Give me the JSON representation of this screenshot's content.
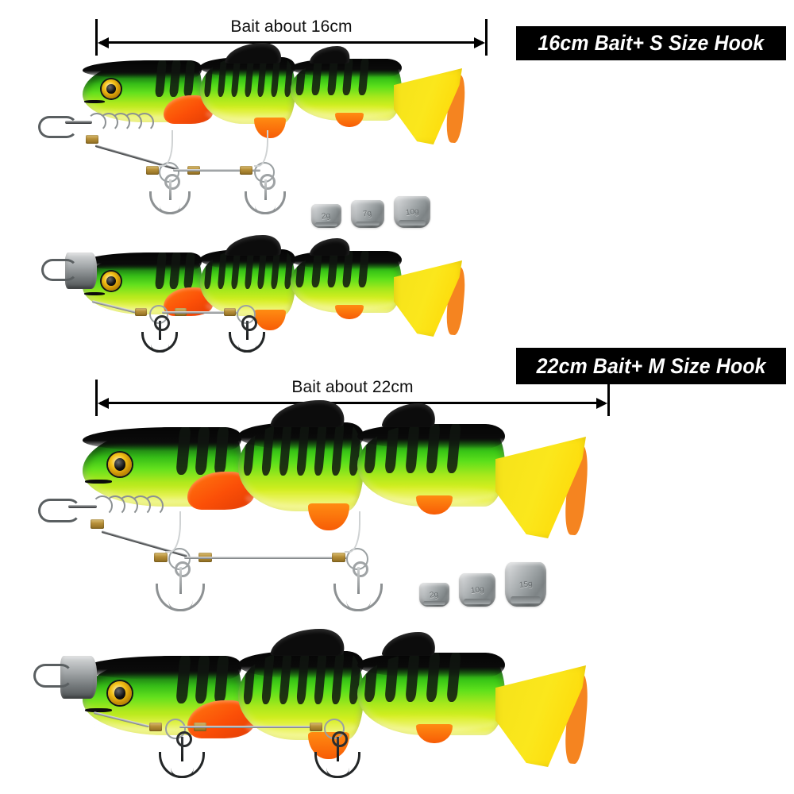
{
  "page": {
    "background": "#ffffff",
    "accent_black": "#000000",
    "lure_colors": {
      "back": "#0a0a0a",
      "green": "#3ec417",
      "chartreuse": "#c9ec1d",
      "belly_yellow": "#e9f13a",
      "tail_yellow": "#f7e11a",
      "tail_edge_orange": "#f58420",
      "fin_orange": "#f9520a",
      "eye_gold": "#f3c117",
      "metal": "#9aa0a2",
      "brass": "#b7903a"
    }
  },
  "sections": [
    {
      "id": "set-16cm",
      "banner": "16cm Bait+ S Size Hook",
      "dimension_label": "Bait about 16cm",
      "bait_length_cm": 16,
      "hook_size": "S",
      "weights": [
        {
          "label": "2g"
        },
        {
          "label": "7g"
        },
        {
          "label": "10g"
        }
      ],
      "rig_parts": [
        "snap-clip",
        "corkscrew-anchor",
        "brass-crimp",
        "stinger-wire",
        "treble-hook",
        "treble-hook"
      ],
      "views": [
        {
          "name": "bait-only-with-loose-rig"
        },
        {
          "name": "bait-rigged-assembled"
        }
      ]
    },
    {
      "id": "set-22cm",
      "banner": "22cm Bait+ M Size Hook",
      "dimension_label": "Bait about 22cm",
      "bait_length_cm": 22,
      "hook_size": "M",
      "weights": [
        {
          "label": "2g"
        },
        {
          "label": "10g"
        },
        {
          "label": "15g"
        }
      ],
      "rig_parts": [
        "snap-clip",
        "corkscrew-anchor",
        "brass-crimp",
        "stinger-wire",
        "treble-hook",
        "treble-hook"
      ],
      "views": [
        {
          "name": "bait-only-with-loose-rig"
        },
        {
          "name": "bait-rigged-assembled"
        }
      ]
    }
  ]
}
